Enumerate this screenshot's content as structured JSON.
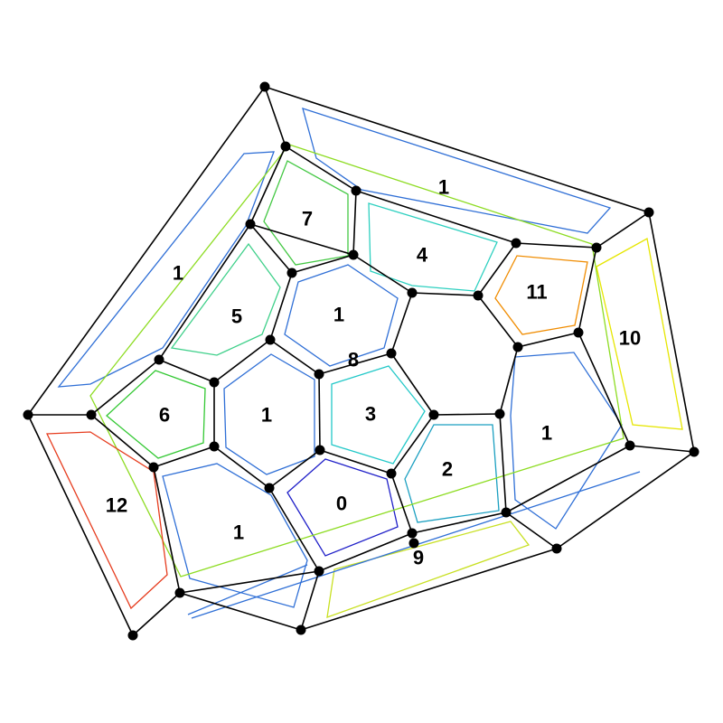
{
  "colors": {
    "edge": "#000000",
    "vertex": "#000000"
  },
  "faces": [
    {
      "id": "outer-top",
      "label": "1",
      "color": "#2f6fd6"
    },
    {
      "id": "outer-left",
      "label": "1",
      "color": "#2f6fd6"
    },
    {
      "id": "face-1-center-upper",
      "label": "1",
      "color": "#2f6fd6"
    },
    {
      "id": "face-1-center-mid",
      "label": "1",
      "color": "#2f6fd6"
    },
    {
      "id": "face-1-lower-left",
      "label": "1",
      "color": "#2f6fd6"
    },
    {
      "id": "face-1-right",
      "label": "1",
      "color": "#2f6fd6"
    },
    {
      "id": "face-0",
      "label": "0",
      "color": "#1f1fc8"
    },
    {
      "id": "face-2",
      "label": "2",
      "color": "#1a9fc0"
    },
    {
      "id": "face-3",
      "label": "3",
      "color": "#22c8c8"
    },
    {
      "id": "face-4",
      "label": "4",
      "color": "#2ed0c0"
    },
    {
      "id": "face-5",
      "label": "5",
      "color": "#3fd08a"
    },
    {
      "id": "face-6",
      "label": "6",
      "color": "#33c833"
    },
    {
      "id": "face-7",
      "label": "7",
      "color": "#44c844"
    },
    {
      "id": "face-8",
      "label": "8",
      "color": "#8ddc22"
    },
    {
      "id": "face-9",
      "label": "9",
      "color": "#c8e022"
    },
    {
      "id": "face-10",
      "label": "10",
      "color": "#e6e600"
    },
    {
      "id": "face-11",
      "label": "11",
      "color": "#f08c00"
    },
    {
      "id": "face-12",
      "label": "12",
      "color": "#e63c1e"
    }
  ]
}
